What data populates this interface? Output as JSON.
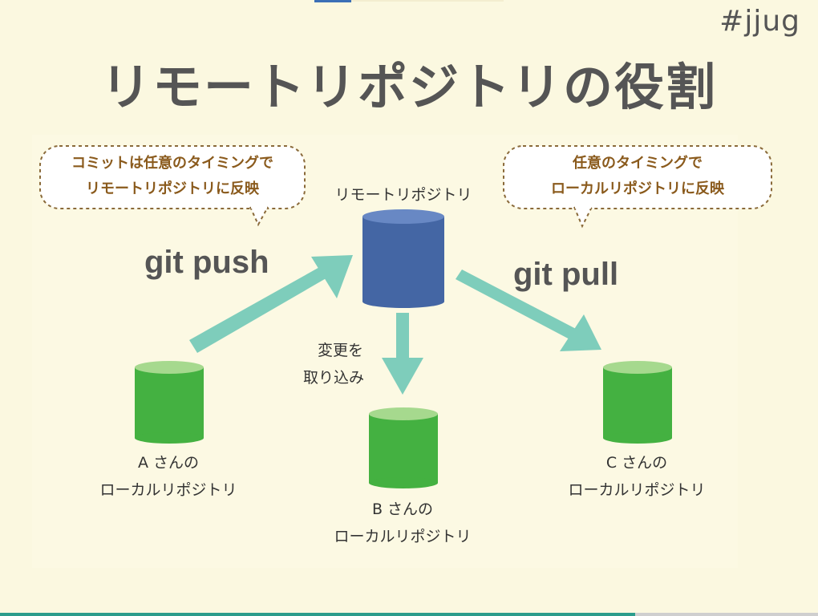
{
  "hashtag": "#jjug",
  "title": "リモートリポジトリの役割",
  "bubble_left": {
    "line1": "コミットは任意のタイミングで",
    "line2": "リモートリポジトリに反映"
  },
  "bubble_right": {
    "line1": "任意のタイミングで",
    "line2": "ローカルリポジトリに反映"
  },
  "remote_label": "リモートリポジトリ",
  "push_command": "git push",
  "pull_command": "git pull",
  "fetch_label": {
    "line1": "変更を",
    "line2": "取り込み"
  },
  "local_a": {
    "line1": "A さんの",
    "line2": "ローカルリポジトリ"
  },
  "local_b": {
    "line1": "B さんの",
    "line2": "ローカルリポジトリ"
  },
  "local_c": {
    "line1": "C さんの",
    "line2": "ローカルリポジトリ"
  },
  "colors": {
    "remote_repo": "#4466a4",
    "local_repo": "#44b141",
    "arrow": "#7ecdbb",
    "bubble_border": "#8a6a3a",
    "title_text": "#555555"
  }
}
